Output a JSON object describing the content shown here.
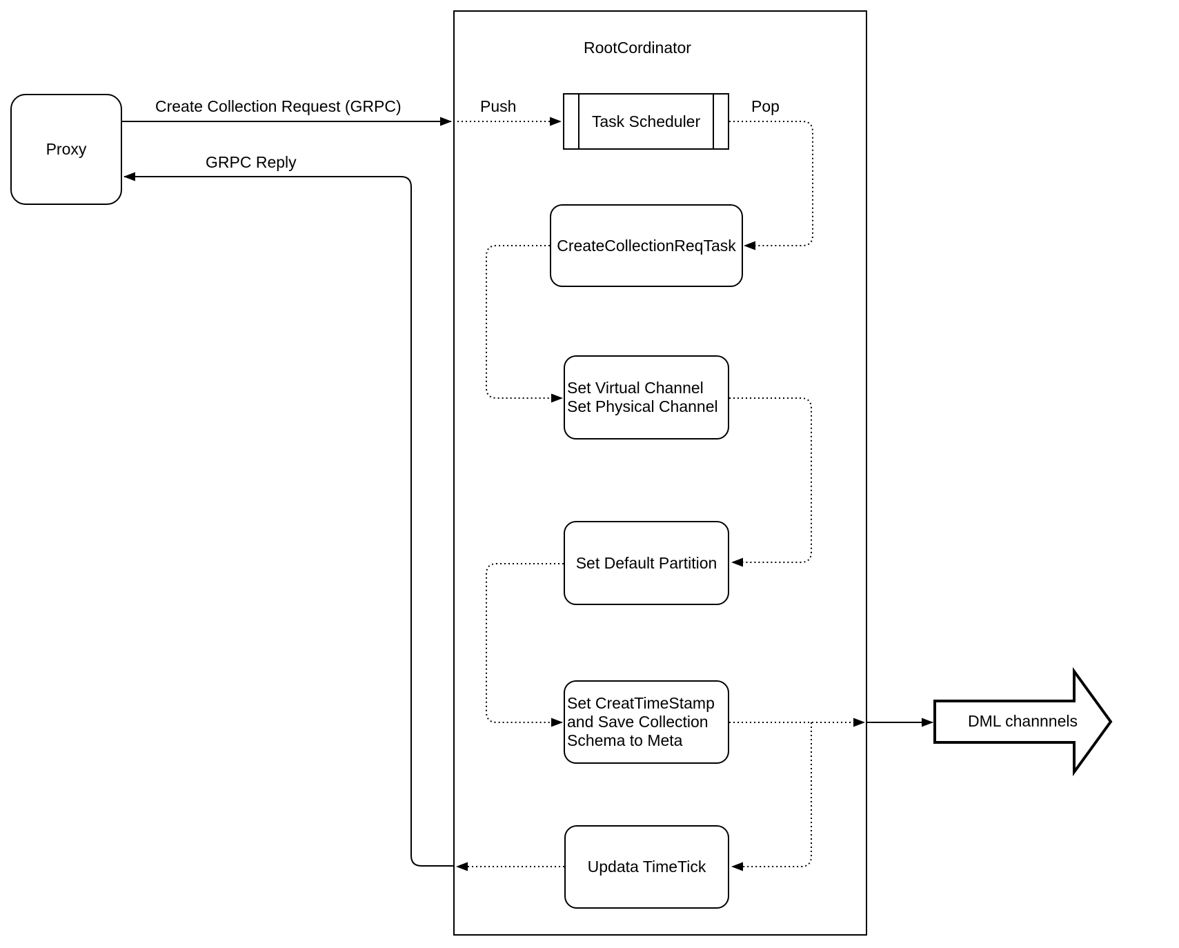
{
  "diagram": {
    "background": "#ffffff",
    "stroke_color": "#000000",
    "proxy": {
      "label": "Proxy"
    },
    "root": {
      "title": "RootCordinator"
    },
    "nodes": {
      "task_scheduler": {
        "label": "Task Scheduler"
      },
      "create_collection_req_task": {
        "label": "CreateCollectionReqTask"
      },
      "set_channels": {
        "lines": [
          "Set Virtual Channel",
          "Set Physical Channel"
        ]
      },
      "set_default_partition": {
        "label": "Set Default Partition"
      },
      "set_creat_timestamp": {
        "lines": [
          "Set CreatTimeStamp",
          "and Save Collection",
          "Schema to Meta"
        ]
      },
      "updata_timetick": {
        "label": "Updata TimeTick"
      }
    },
    "edges": {
      "create_collection_request": {
        "label": "Create Collection Request (GRPC)"
      },
      "grpc_reply": {
        "label": "GRPC Reply"
      },
      "push": {
        "label": "Push"
      },
      "pop": {
        "label": "Pop"
      }
    },
    "dml": {
      "label": "DML channnels"
    }
  }
}
